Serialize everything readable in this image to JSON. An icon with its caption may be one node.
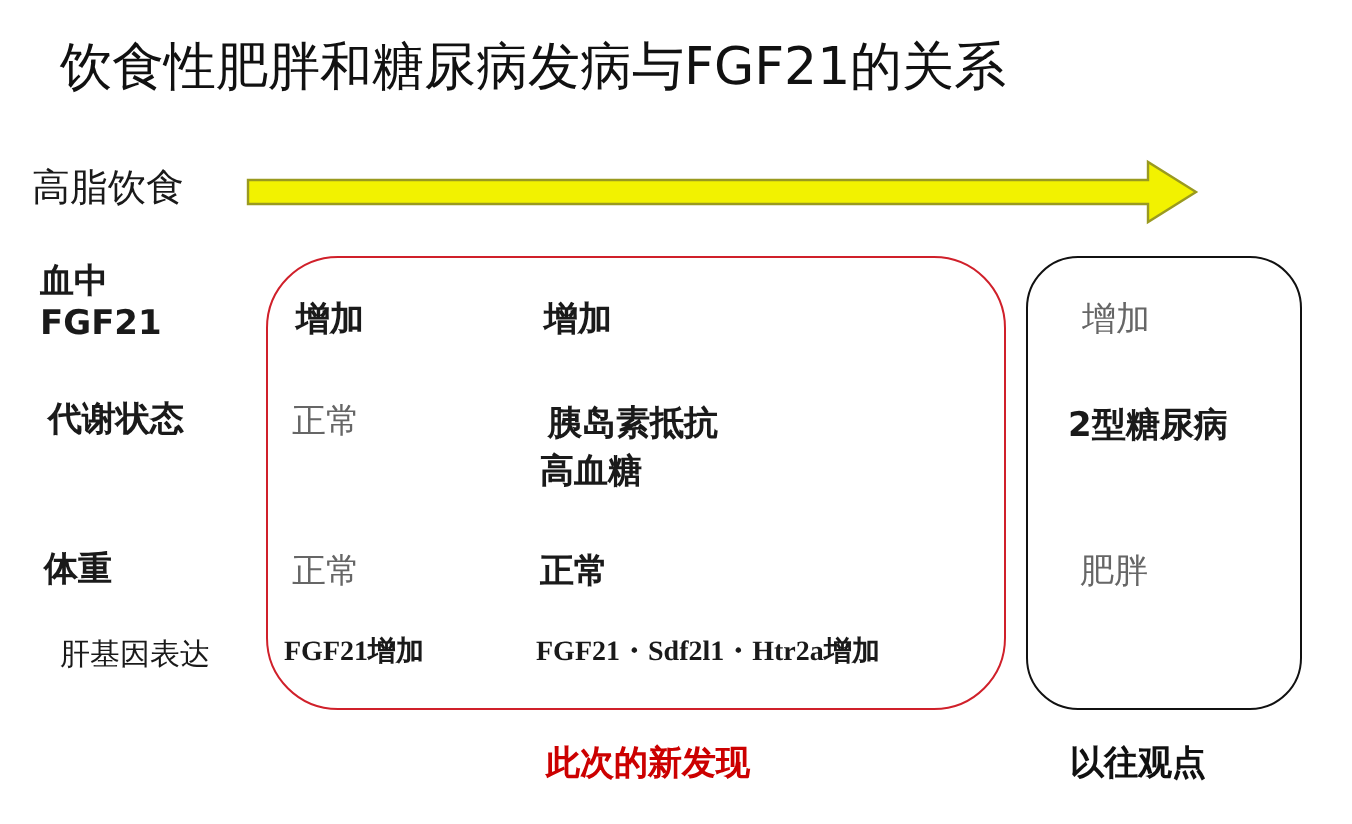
{
  "diagram": {
    "title": "饮食性肥胖和糖尿病发病与FGF21的关系",
    "nodes": [
      {
        "text": [
          "增加",
          "增加",
          "正常",
          "胰岛素抵抗",
          "高血糖",
          "正常",
          "正常",
          "FGF21增加",
          "FGF21・Sdf2l1・Htr2a增加"
        ],
        "beside": [
          "此次的新发现"
        ]
      },
      {
        "text": [
          "增加",
          "2型糖尿病",
          "肥胖"
        ],
        "beside": [
          "以往观点"
        ]
      }
    ],
    "edges": [],
    "labels": [
      "高脂饮食",
      "血中 FGF21",
      "代谢状态",
      "体重",
      "肝基因表达"
    ]
  }
}
